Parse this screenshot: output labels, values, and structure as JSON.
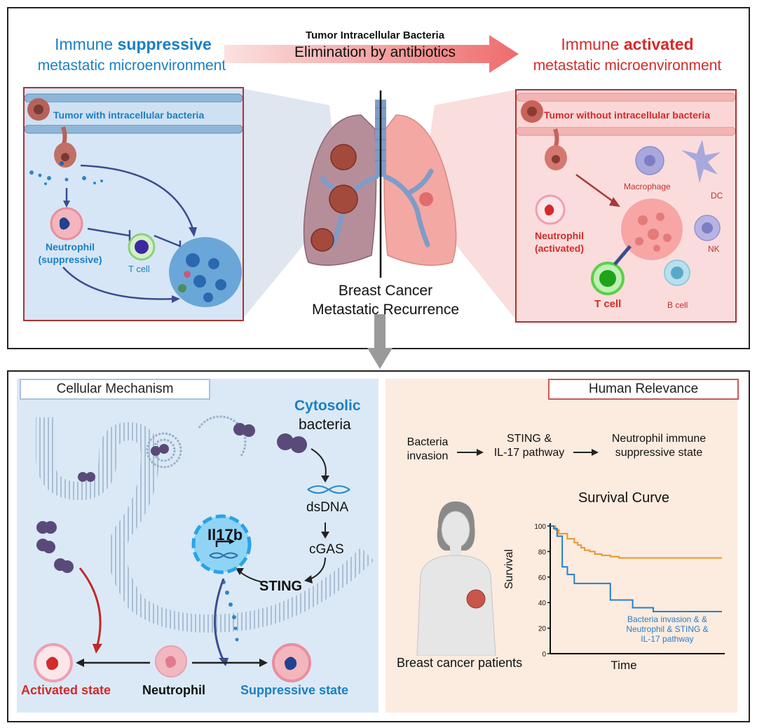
{
  "top": {
    "left_title_pre": "Immune ",
    "left_title_bold": "suppressive",
    "left_subtitle": "metastatic microenvironment",
    "arrow_title": "Tumor Intracellular Bacteria",
    "arrow_subtitle": "Elimination by antibiotics",
    "right_title_pre": "Immune ",
    "right_title_bold": "activated",
    "right_subtitle": "metastatic microenvironment",
    "left_box": {
      "label": "Tumor with intracellular bacteria",
      "neutrophil": "Neutrophil",
      "neutrophil_state": "(suppressive)",
      "tcell": "T cell"
    },
    "right_box": {
      "label": "Tumor without intracellular bacteria",
      "macrophage": "Macrophage",
      "dc": "DC",
      "nk": "NK",
      "neutrophil": "Neutrophil",
      "neutrophil_state": "(activated)",
      "tcell": "T cell",
      "bcell": "B cell"
    },
    "center_line1": "Breast Cancer",
    "center_line2": "Metastatic Recurrence"
  },
  "bottom": {
    "left": {
      "title": "Cellular Mechanism",
      "cytosolic": "Cytosolic",
      "bacteria": "bacteria",
      "dsdna": "dsDNA",
      "cgas": "cGAS",
      "sting": "STING",
      "gene": "Il17b",
      "activated": "Activated state",
      "neutrophil": "Neutrophil",
      "suppressive": "Suppressive state"
    },
    "right": {
      "title": "Human Relevance",
      "flow1_line1": "Bacteria",
      "flow1_line2": "invasion",
      "flow2_line1": "STING &",
      "flow2_line2": "IL-17 pathway",
      "flow3_line1": "Neutrophil immune",
      "flow3_line2": "suppressive state",
      "patients": "Breast cancer patients",
      "survival_title": "Survival Curve"
    }
  },
  "colors": {
    "blue": "#1a7fc4",
    "red": "#d42a2a",
    "orange": "#e8962a",
    "curve_blue": "#2a7ec8",
    "panel_blue": "#dbe9f6",
    "panel_peach": "#fcebdf"
  },
  "chart_data": {
    "type": "line",
    "title": "Survival Curve",
    "xlabel": "Time",
    "ylabel": "Survival",
    "ylim": [
      0,
      100
    ],
    "yticks": [
      "0",
      "20",
      "40",
      "60",
      "80",
      "100"
    ],
    "grid": false,
    "series": [
      {
        "name": "",
        "color": "#e8962a",
        "x": [
          0,
          3,
          5,
          8,
          10,
          14,
          16,
          18,
          20,
          23,
          26,
          30,
          35,
          40,
          50,
          60,
          70,
          80,
          90,
          100
        ],
        "values": [
          100,
          97,
          94,
          94,
          90,
          87,
          85,
          83,
          81,
          80,
          78,
          77,
          76,
          75,
          75,
          75,
          75,
          75,
          75,
          75
        ]
      },
      {
        "name": "Bacteria invasion & & Neutrophil & STING & IL-17 pathway",
        "color": "#2a7ec8",
        "x": [
          0,
          2,
          4,
          7,
          10,
          14,
          22,
          35,
          48,
          60,
          100
        ],
        "values": [
          100,
          98,
          92,
          68,
          62,
          55,
          55,
          42,
          36,
          33,
          33
        ]
      }
    ],
    "legend_text": [
      "Bacteria invasion & &",
      "Neutrophil & STING &",
      "IL-17  pathway"
    ]
  }
}
